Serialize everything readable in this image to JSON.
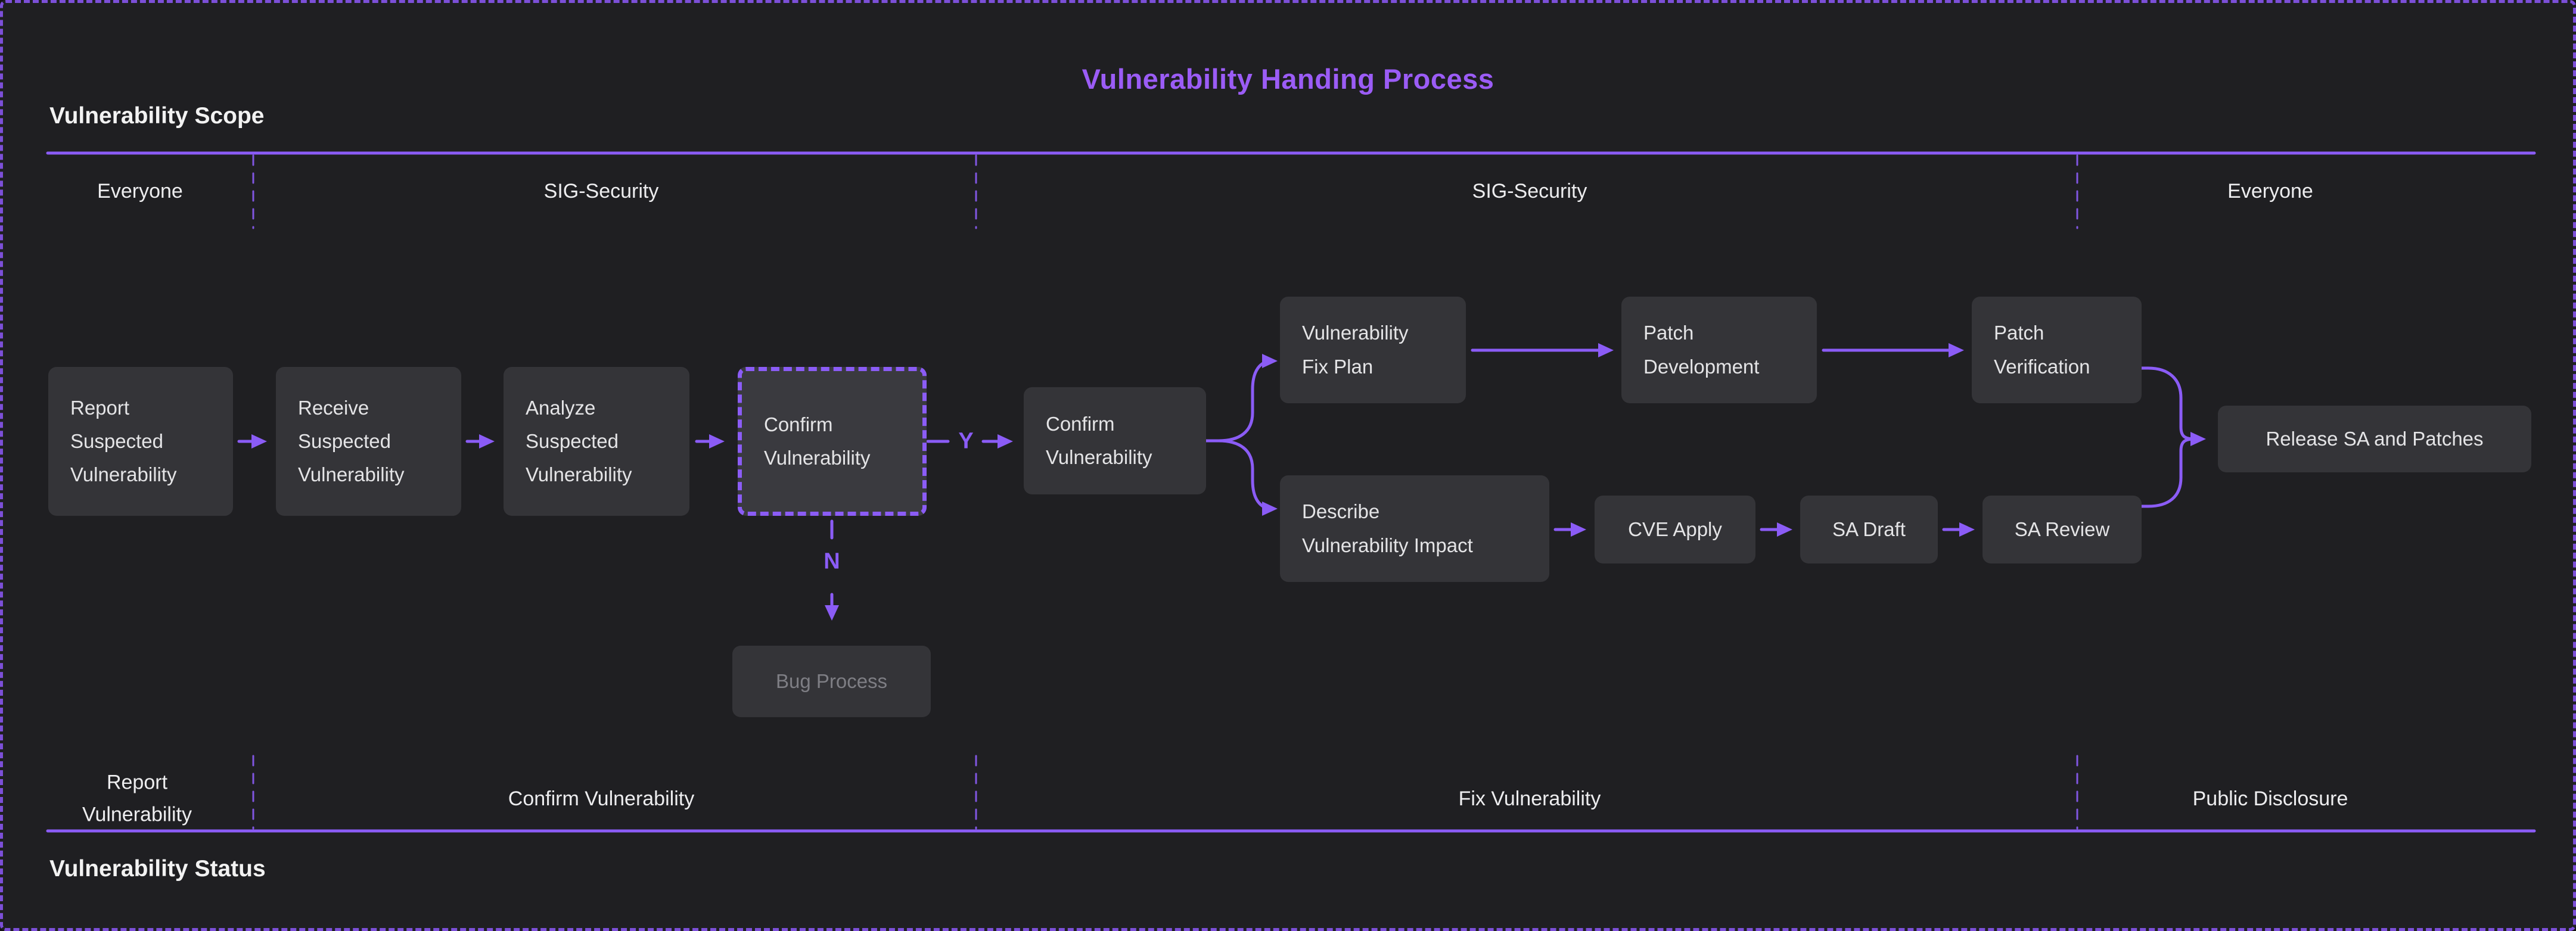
{
  "title": "Vulnerability Handing Process",
  "colors": {
    "accent": "#8b5cf6",
    "background": "#1f1f22",
    "node_fill": "#343438",
    "node_text": "#e4e4e6",
    "muted_node_text": "#7e7e84",
    "title_text": "#9b5cf6"
  },
  "scope_band": {
    "label": "Vulnerability Scope",
    "lanes": [
      "Everyone",
      "SIG-Security",
      "SIG-Security",
      "Everyone"
    ]
  },
  "status_band": {
    "label": "Vulnerability Status",
    "lanes": [
      "Report\nVulnerability",
      "Confirm Vulnerability",
      "Fix Vulnerability",
      "Public Disclosure"
    ]
  },
  "nodes": {
    "report": "Report\nSuspected\nVulnerability",
    "receive": "Receive\nSuspected\nVulnerability",
    "analyze": "Analyze\nSuspected\nVulnerability",
    "confirm_decision": "Confirm\nVulnerability",
    "confirm": "Confirm\nVulnerability",
    "fix_plan": "Vulnerability\nFix Plan",
    "patch_development": "Patch\nDevelopment",
    "patch_verification": "Patch\nVerification",
    "describe_impact": "Describe\nVulnerability Impact",
    "cve_apply": "CVE Apply",
    "sa_draft": "SA Draft",
    "sa_review": "SA Review",
    "release": "Release SA and Patches",
    "bug_process": "Bug Process"
  },
  "edge_labels": {
    "yes": "Y",
    "no": "N"
  }
}
